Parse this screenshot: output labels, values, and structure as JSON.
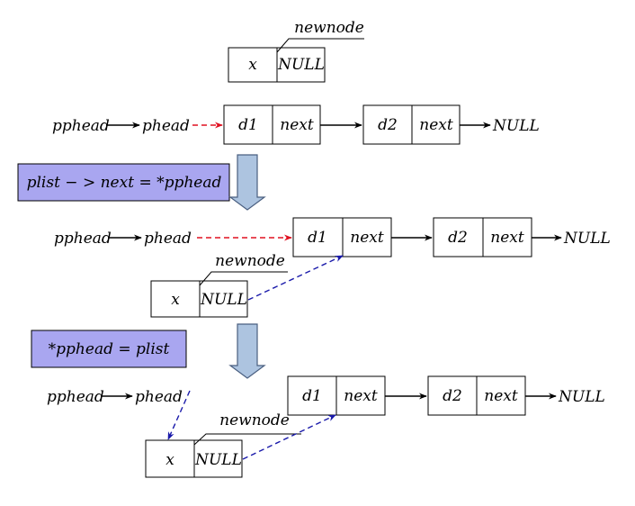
{
  "labels": {
    "pphead": "pphead",
    "phead": "phead",
    "newnode": "newnode",
    "null": "NULL",
    "x": "x",
    "d1": "d1",
    "d2": "d2",
    "next": "next"
  },
  "operations": {
    "step1": "plist − > next = *pphead",
    "step2": "*pphead = plist"
  },
  "colors": {
    "op_fill": "#a9a6f0",
    "step_arrow_fill": "#adc4e0",
    "red_dash": "#e01020",
    "blue_dash": "#1a1aaa"
  }
}
